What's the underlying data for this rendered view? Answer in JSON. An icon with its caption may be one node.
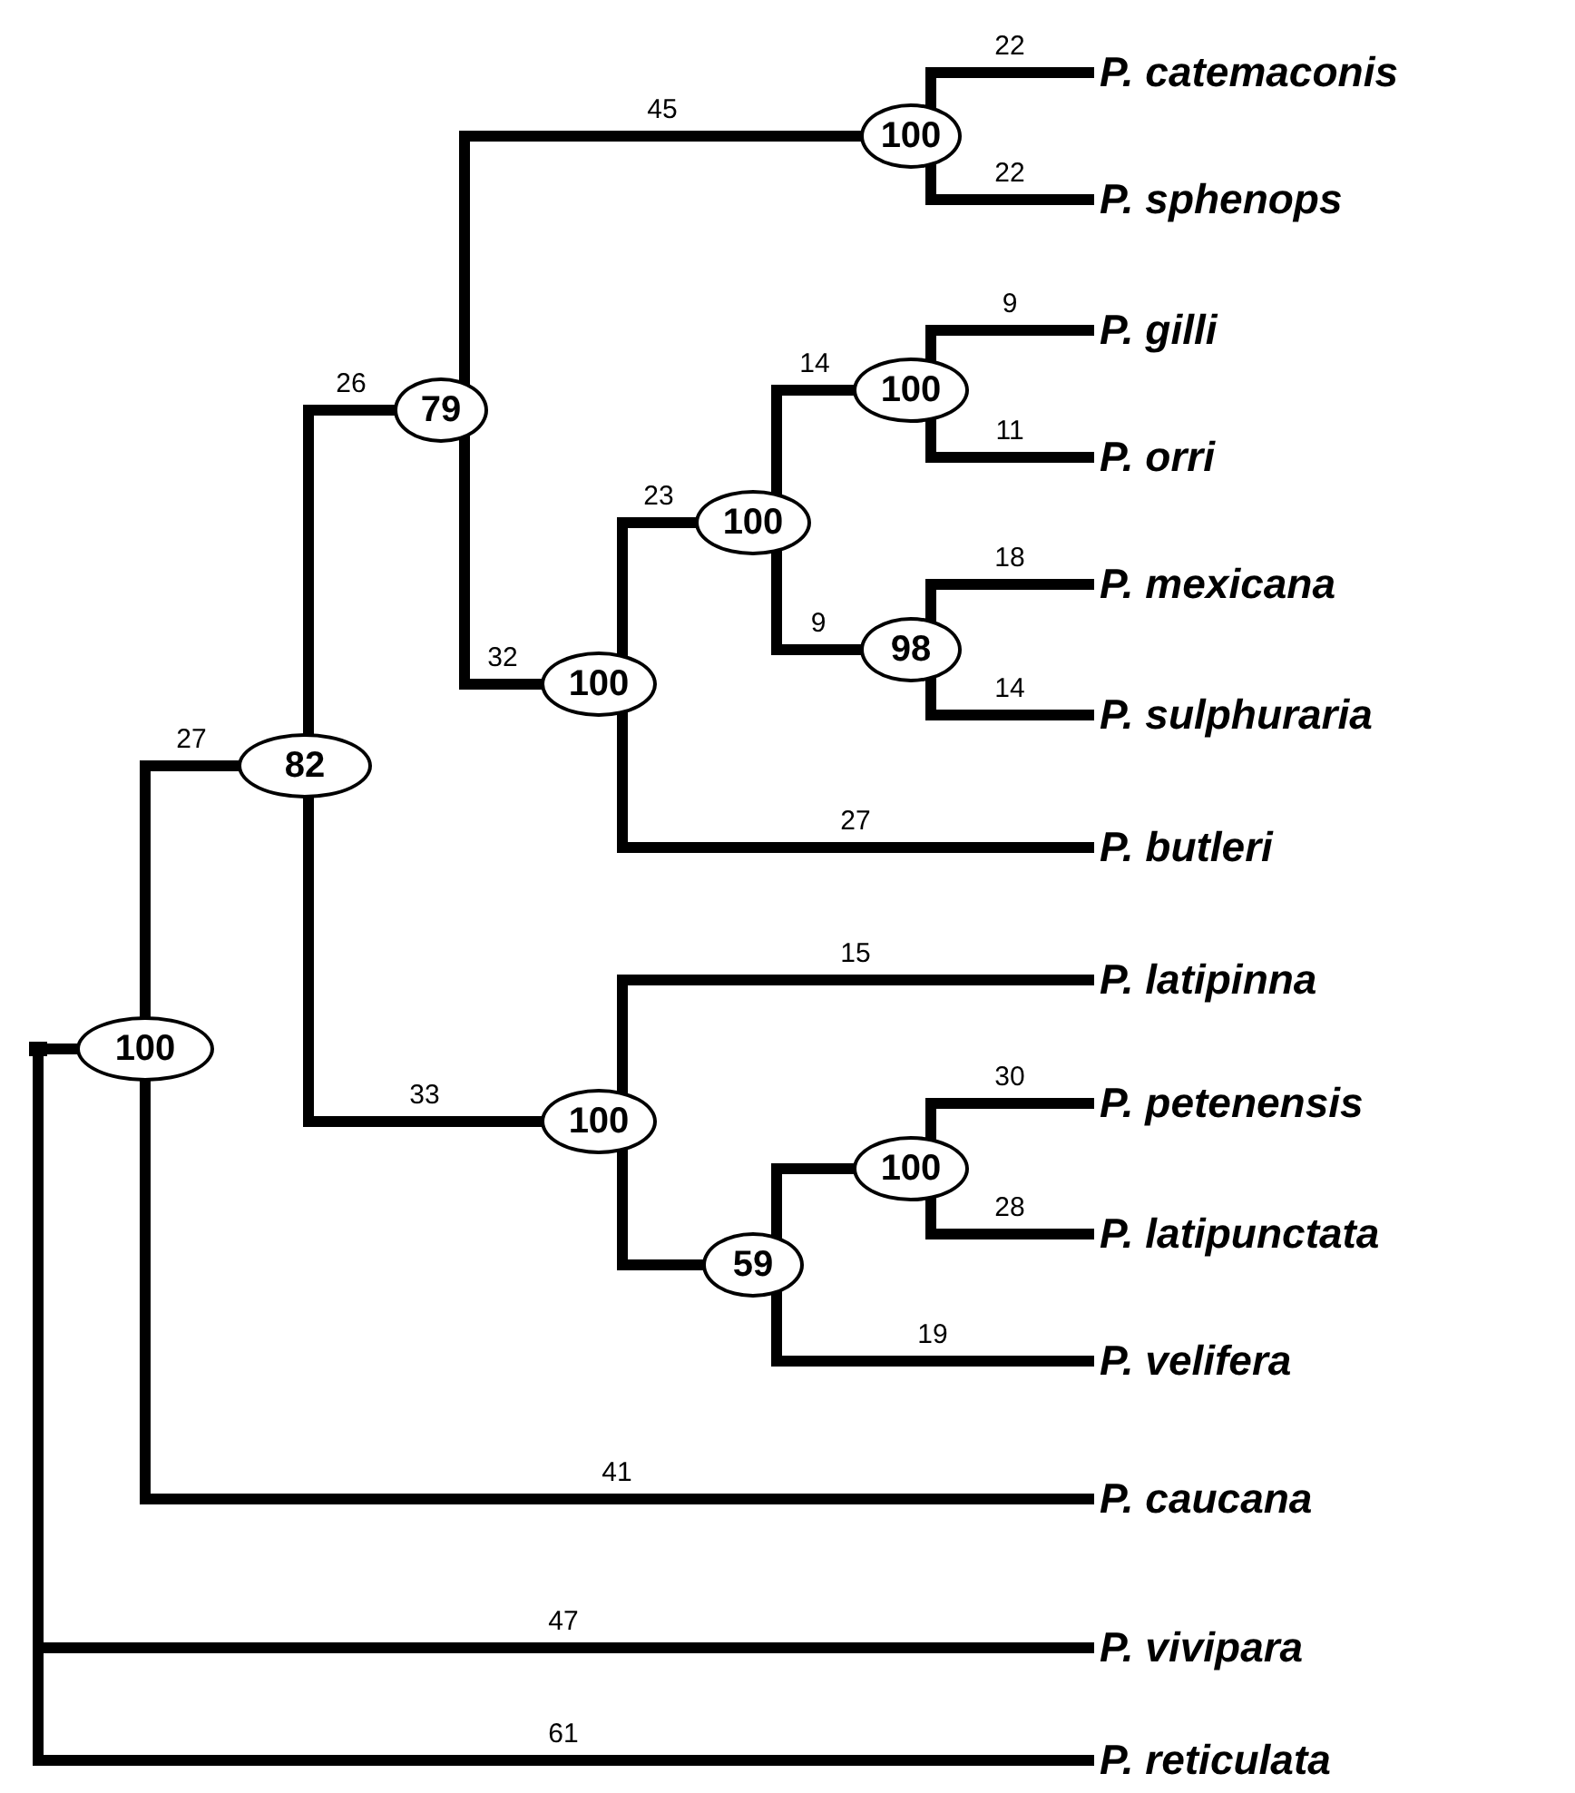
{
  "diagram": {
    "nodes": [
      {
        "text": [
          "100"
        ]
      },
      {
        "text": [
          "P. catemaconis"
        ]
      },
      {
        "text": [
          "P. sphenops"
        ]
      },
      {
        "text": [
          "79"
        ]
      },
      {
        "text": [
          "100"
        ]
      },
      {
        "text": [
          "P. gilli"
        ]
      },
      {
        "text": [
          "P. orri"
        ]
      },
      {
        "text": [
          "100"
        ]
      },
      {
        "text": [
          "98"
        ]
      },
      {
        "text": [
          "P. mexicana"
        ]
      },
      {
        "text": [
          "P. sulphuraria"
        ]
      },
      {
        "text": [
          "100"
        ]
      },
      {
        "text": [
          "82"
        ]
      },
      {
        "text": [
          "P. butleri"
        ]
      },
      {
        "text": [
          "P. latipinna"
        ]
      },
      {
        "text": [
          "100"
        ]
      },
      {
        "text": [],
        "shape": "bar"
      },
      {
        "text": [
          "100"
        ]
      },
      {
        "text": [
          "100"
        ]
      },
      {
        "text": [
          "P. petenensis"
        ]
      },
      {
        "text": [
          "P. latipunctata"
        ]
      },
      {
        "text": [
          "59"
        ]
      },
      {
        "text": [
          "P. velifera"
        ]
      },
      {
        "text": [
          "P. caucana"
        ]
      },
      {
        "text": [
          "P. vivipara"
        ]
      },
      {
        "text": [
          "P. reticulata"
        ]
      }
    ],
    "edges": [
      {
        "from": 16,
        "to": 15,
        "arrow": "none"
      },
      {
        "from": 16,
        "to": 24,
        "arrow": "none",
        "label": "47"
      },
      {
        "from": 16,
        "to": 25,
        "arrow": "none",
        "label": "61"
      },
      {
        "from": 15,
        "to": 12,
        "arrow": "none",
        "label": "27"
      },
      {
        "from": 15,
        "to": 23,
        "arrow": "none",
        "label": "41"
      },
      {
        "from": 12,
        "to": 3,
        "arrow": "none",
        "label": "26"
      },
      {
        "from": 12,
        "to": 17,
        "arrow": "none",
        "label": "33"
      },
      {
        "from": 3,
        "to": 0,
        "arrow": "none",
        "label": "45"
      },
      {
        "from": 3,
        "to": 11,
        "arrow": "none",
        "label": "32"
      },
      {
        "from": 0,
        "to": 1,
        "arrow": "none",
        "label": "22"
      },
      {
        "from": 0,
        "to": 2,
        "arrow": "none",
        "label": "22"
      },
      {
        "from": 11,
        "to": 7,
        "arrow": "none",
        "label": "23"
      },
      {
        "from": 11,
        "to": 13,
        "arrow": "none",
        "label": "27"
      },
      {
        "from": 7,
        "to": 4,
        "arrow": "none",
        "label": "14"
      },
      {
        "from": 7,
        "to": 8,
        "arrow": "none",
        "label": "9"
      },
      {
        "from": 4,
        "to": 5,
        "arrow": "none",
        "label": "9"
      },
      {
        "from": 4,
        "to": 6,
        "arrow": "none",
        "label": "11"
      },
      {
        "from": 8,
        "to": 9,
        "arrow": "none",
        "label": "18"
      },
      {
        "from": 8,
        "to": 10,
        "arrow": "none",
        "label": "14"
      },
      {
        "from": 17,
        "to": 14,
        "arrow": "none",
        "label": "15"
      },
      {
        "from": 17,
        "to": 21,
        "arrow": "none"
      },
      {
        "from": 21,
        "to": 18,
        "arrow": "none"
      },
      {
        "from": 21,
        "to": 22,
        "arrow": "none",
        "label": "19"
      },
      {
        "from": 18,
        "to": 19,
        "arrow": "none",
        "label": "30"
      },
      {
        "from": 18,
        "to": 20,
        "arrow": "none",
        "label": "28"
      }
    ]
  }
}
